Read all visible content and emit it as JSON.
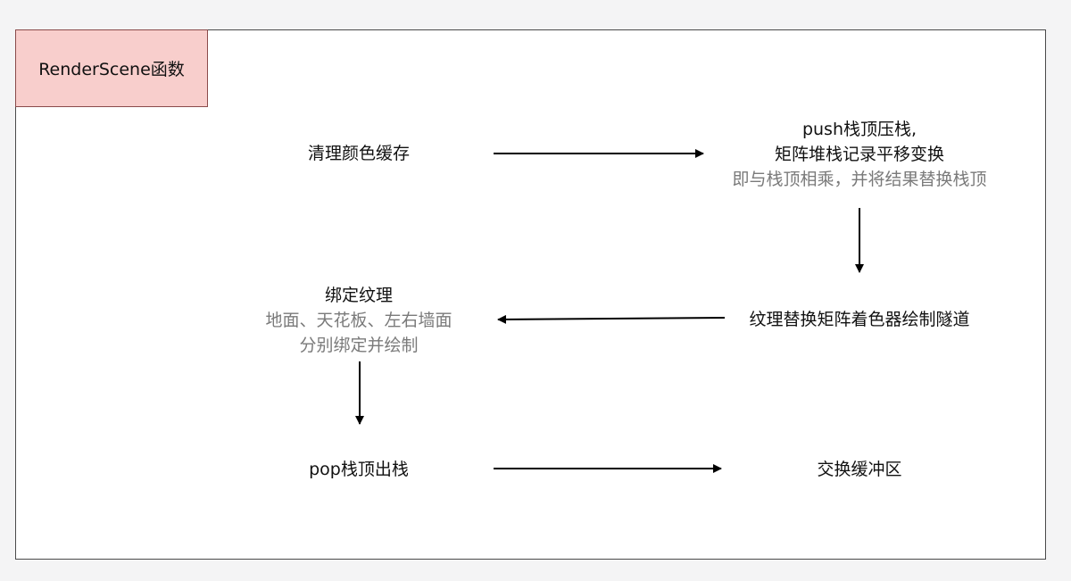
{
  "title": "RenderScene函数",
  "nodes": {
    "clear": {
      "line1": "清理颜色缓存"
    },
    "push": {
      "line1": "push栈顶压栈,",
      "line2": "矩阵堆栈记录平移变换",
      "sub1": "即与栈顶相乘，并将结果替换栈顶"
    },
    "shader": {
      "line1": "纹理替换矩阵着色器绘制隧道"
    },
    "bind": {
      "line1": "绑定纹理",
      "sub1": "地面、天花板、左右墙面",
      "sub2": "分别绑定并绘制"
    },
    "pop": {
      "line1": "pop栈顶出栈"
    },
    "swap": {
      "line1": "交换缓冲区"
    }
  },
  "colors": {
    "title_fill": "#f8cecc",
    "line": "#000000",
    "subtext": "#7a7a7a"
  }
}
